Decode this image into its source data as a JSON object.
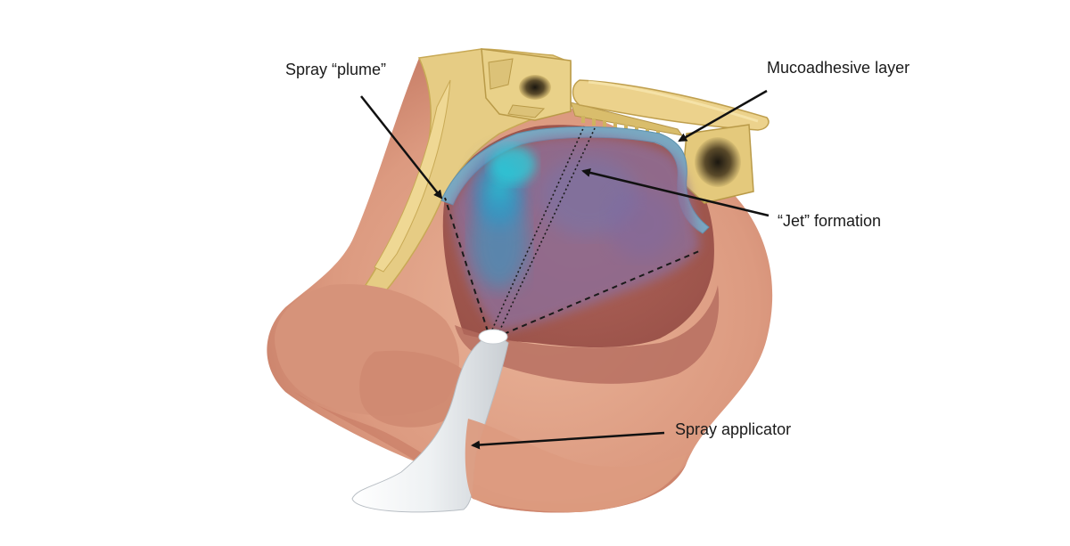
{
  "labels": {
    "plume": "Spray “plume”",
    "mucoadhesive": "Mucoadhesive layer",
    "jet": "“Jet” formation",
    "applicator": "Spray applicator"
  },
  "colors": {
    "skin_light": "#e3a58a",
    "skin_mid": "#d08a72",
    "cavity_red": "#a85a52",
    "bone": "#e8d089",
    "bone_dark": "#c8a955",
    "mucoadhesive_blue": "#6fa6c0",
    "plume_blue": "#2aa8c8",
    "plume_purple": "#8d6a97",
    "applicator_white": "#f2f4f6",
    "arrow": "#111111"
  }
}
